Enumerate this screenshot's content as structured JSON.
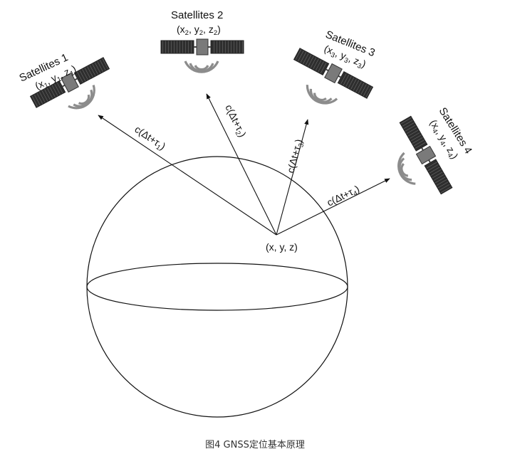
{
  "caption": "图4 GNSS定位基本原理",
  "receiver": {
    "label": "(x, y, z)"
  },
  "satellites": [
    {
      "name": "Satellites 1",
      "coord": {
        "p": "(x",
        "s1": "1",
        "m1": ", y",
        "s2": "1",
        "m2": ", z",
        "s3": "1",
        "e": ")"
      },
      "range": {
        "pre": "c(Δt+τ",
        "sub": "1",
        "post": ")"
      }
    },
    {
      "name": "Satellites 2",
      "coord": {
        "p": "(x",
        "s1": "2",
        "m1": ", y",
        "s2": "2",
        "m2": ", z",
        "s3": "2",
        "e": ")"
      },
      "range": {
        "pre": "c(Δt+τ",
        "sub": "2",
        "post": ")"
      }
    },
    {
      "name": "Satellites 3",
      "coord": {
        "p": "(x",
        "s1": "3",
        "m1": ", y",
        "s2": "3",
        "m2": ", z",
        "s3": "3",
        "e": ")"
      },
      "range": {
        "pre": "c(Δt+τ",
        "sub": "3",
        "post": ")"
      }
    },
    {
      "name": "Satellites 4",
      "coord": {
        "p": "(x",
        "s1": "4",
        "m1": ", y",
        "s2": "4",
        "m2": ", z",
        "s3": "4",
        "e": ")"
      },
      "range": {
        "pre": "c(Δt+τ",
        "sub": "4",
        "post": ")"
      }
    }
  ]
}
